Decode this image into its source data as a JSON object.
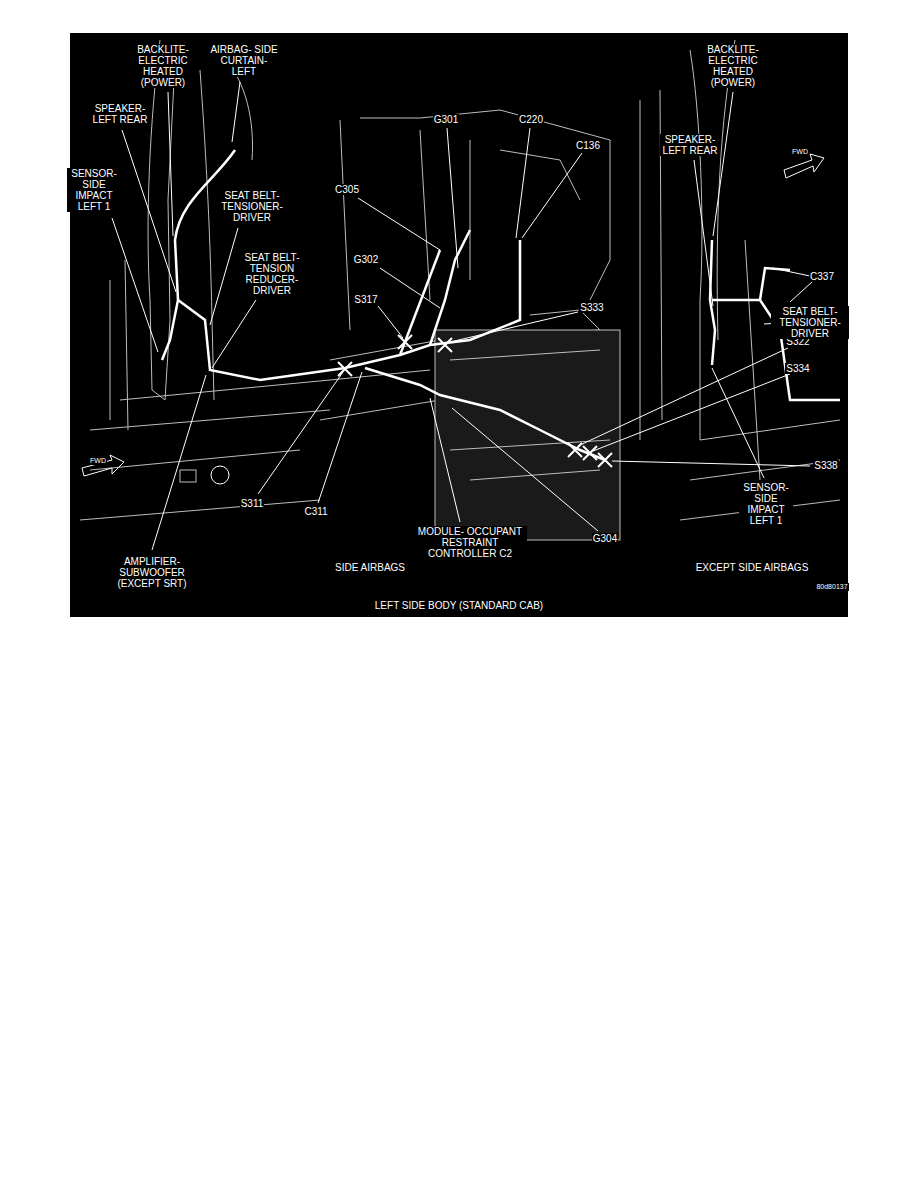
{
  "diagram": {
    "caption": "LEFT SIDE BODY (STANDARD CAB)",
    "labels": [
      "BACKLITE- ELECTRIC HEATED (POWER)",
      "AIRBAG- SIDE CURTAIN- LEFT",
      "SPEAKER- LEFT REAR",
      "SENSOR- SIDE IMPACT LEFT 1",
      "SEAT BELT- TENSIONER- DRIVER",
      "SEAT BELT- TENSION REDUCER- DRIVER",
      "AMPLIFIER- SUBWOOFER (EXCEPT SRT)",
      "S311",
      "C311",
      "G301",
      "C220",
      "C136",
      "C305",
      "G302",
      "S317",
      "S333",
      "S322",
      "S334",
      "S338",
      "MODULE- OCCUPANT RESTRAINT CONTROLLER C2",
      "G304",
      "SIDE AIRBAGS",
      "BACKLITE- ELECTRIC HEATED (POWER)",
      "SPEAKER- LEFT REAR",
      "C337",
      "SEAT BELT- TENSIONER- DRIVER",
      "SENSOR- SIDE IMPACT LEFT 1",
      "EXCEPT SIDE AIRBAGS",
      "80d80137",
      "FWD",
      "FWD"
    ]
  }
}
